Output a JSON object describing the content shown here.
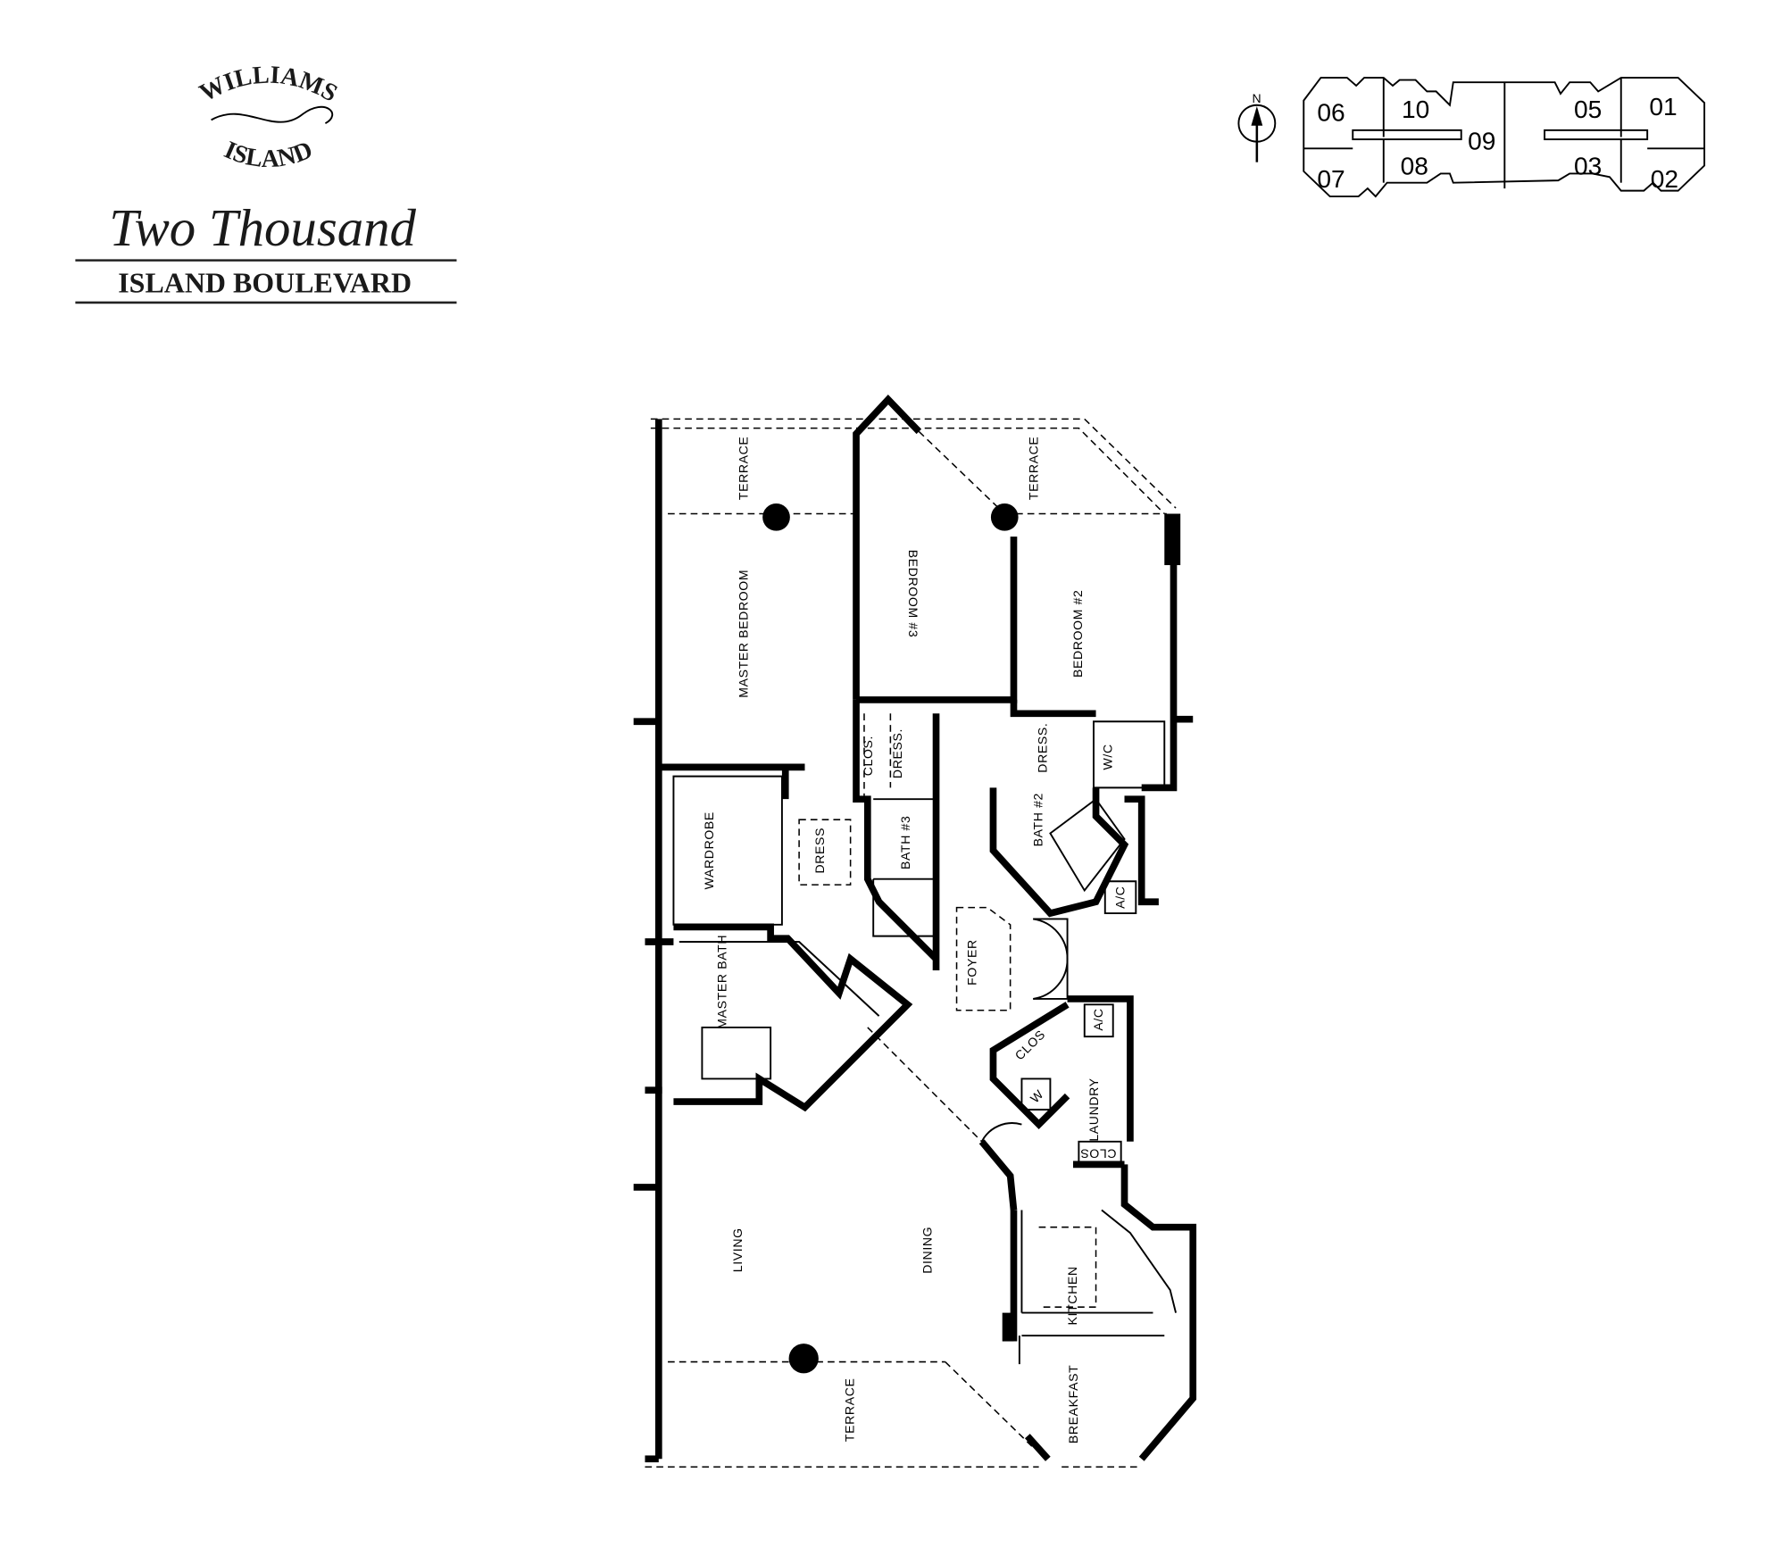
{
  "logo": {
    "line1": "WILLIAMS",
    "line2": "ISLAND",
    "script": "Two Thousand",
    "subtitle": "ISLAND BOULEVARD"
  },
  "key_plan": {
    "north_label": "N",
    "units": [
      "06",
      "10",
      "09",
      "05",
      "01",
      "07",
      "08",
      "03",
      "02"
    ]
  },
  "rooms": {
    "terrace_master": "TERRACE",
    "master_bedroom": "MASTER BEDROOM",
    "bedroom3": "BEDROOM #3",
    "terrace_bed2": "TERRACE",
    "bedroom2": "BEDROOM #2",
    "wardrobe": "WARDROBE",
    "dress_master": "DRESS",
    "master_bath": "MASTER BATH",
    "clos_bed3": "CLOS.",
    "dress_bed3": "DRESS.",
    "bath3": "BATH #3",
    "dress_bed2": "DRESS.",
    "wic": "W/C",
    "bath2": "BATH #2",
    "ac1": "A/C",
    "foyer": "FOYER",
    "ac2": "A/C",
    "clos_foyer": "CLOS",
    "washer": "W",
    "laundry": "LAUNDRY",
    "clos_laundry": "CLOS",
    "living": "LIVING",
    "dining": "DINING",
    "kitchen": "KITCHEN",
    "terrace_living": "TERRACE",
    "breakfast": "BREAKFAST"
  }
}
